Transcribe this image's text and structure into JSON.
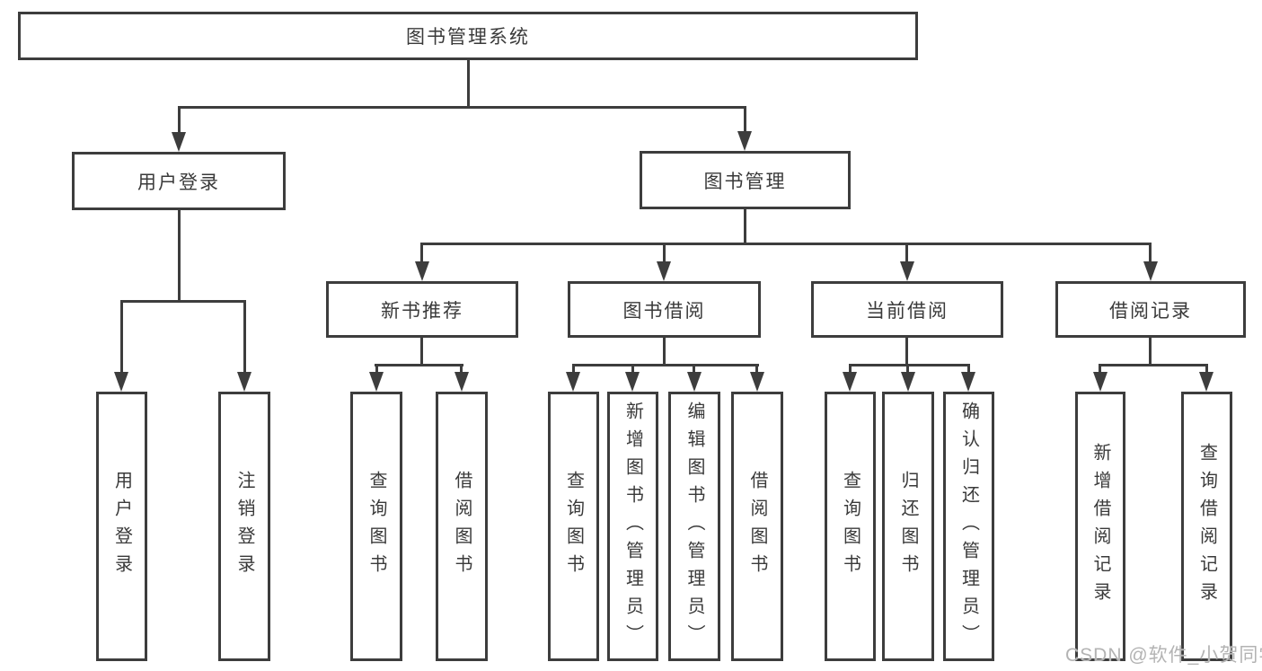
{
  "diagram": {
    "title_node": "图书管理系统",
    "root": {
      "label": "图书管理系统"
    },
    "branches": [
      {
        "label": "用户登录",
        "children": [
          {
            "label": "用户登录"
          },
          {
            "label": "注销登录"
          }
        ]
      },
      {
        "label": "图书管理",
        "children": [
          {
            "label": "新书推荐",
            "children": [
              {
                "label": "查询图书"
              },
              {
                "label": "借阅图书"
              }
            ]
          },
          {
            "label": "图书借阅",
            "children": [
              {
                "label": "查询图书"
              },
              {
                "label": "新增图书（管理员）"
              },
              {
                "label": "编辑图书（管理员）"
              },
              {
                "label": "借阅图书"
              }
            ]
          },
          {
            "label": "当前借阅",
            "children": [
              {
                "label": "查询图书"
              },
              {
                "label": "归还图书"
              },
              {
                "label": "确认归还（管理员）"
              }
            ]
          },
          {
            "label": "借阅记录",
            "children": [
              {
                "label": "新增借阅记录"
              },
              {
                "label": "查询借阅记录"
              }
            ]
          }
        ]
      }
    ],
    "colors": {
      "line": "#3d3d3d",
      "text": "#3a3a3a",
      "box_fill": "#ffffff",
      "background": "#ffffff"
    }
  },
  "watermark": {
    "text": "CSDN @软件_小贺同学",
    "color": "#b3b3b3"
  }
}
